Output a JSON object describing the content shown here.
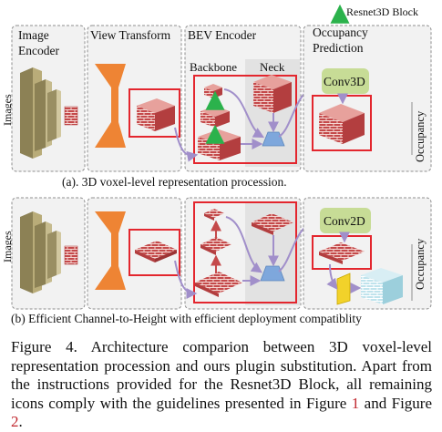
{
  "legend": {
    "label": "Resnet3D Block",
    "arrow_color": "#2bb24c"
  },
  "stages": {
    "image_encoder": "Image\nEncoder",
    "view_transform": "View Transform",
    "bev_encoder": "BEV Encoder",
    "occupancy_prediction": "Occupancy\nPrediction"
  },
  "sub_labels": {
    "backbone": "Backbone",
    "neck": "Neck"
  },
  "row_a": {
    "input_label": "Images",
    "head_label": "Conv3D",
    "output_label": "Occupancy",
    "caption": "(a). 3D voxel-level representation procession."
  },
  "row_b": {
    "input_label": "Images",
    "head_label": "Conv2D",
    "output_label": "Occupancy",
    "caption": "(b) Efficient Channel-to-Height with efficient deployment compatiblity"
  },
  "figure_caption": {
    "label": "Figure 4.",
    "text_before": "Architecture comparion between 3D voxel-level representation procession and ours plugin substitution.   Apart from the instructions provided for the Resnet3D Block, all remaining icons comply with the guidelines presented in Figure ",
    "ref1": "1",
    "text_middle": " and Figure ",
    "ref2": "2",
    "text_after": "."
  },
  "colors": {
    "panel_bg": "#f2f2f2",
    "panel_border": "#8f8f8f",
    "highlight_box": "#e3262e",
    "brick": "#c4494a",
    "brick_mortar": "#f4d6d2",
    "encoder_tan": "#b9ac79",
    "view_transform_orange": "#ee8434",
    "flow_arrow": "#a18fca",
    "neck_blue": "#7ea7dc",
    "conv_head_green": "#c7dc96",
    "trapezoid_yellow": "#f2d22a",
    "output_cyan": "#bfe3ec",
    "ref_red": "#c0262d"
  }
}
